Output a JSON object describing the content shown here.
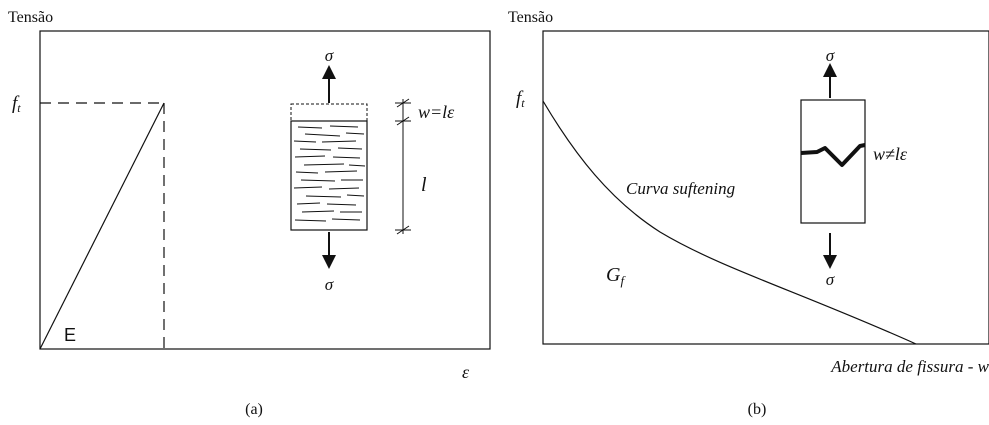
{
  "panel_a": {
    "y_axis_label": "Tensão",
    "peak_label_main": "f",
    "peak_label_sub": "t",
    "x_axis_label": "ε",
    "slope_label": "E",
    "stress_top": "σ",
    "stress_bottom": "σ",
    "crack_label": "w=lε",
    "length_label": "l",
    "caption": "(a)"
  },
  "panel_b": {
    "y_axis_label": "Tensão",
    "peak_label_main": "f",
    "peak_label_sub": "t",
    "x_axis_label": "Abertura de fissura - w",
    "curve_label": "Curva suftening",
    "energy_label_main": "G",
    "energy_label_sub": "f",
    "stress_top": "σ",
    "stress_bottom": "σ",
    "crack_label": "w≠lε",
    "caption": "(b)"
  }
}
